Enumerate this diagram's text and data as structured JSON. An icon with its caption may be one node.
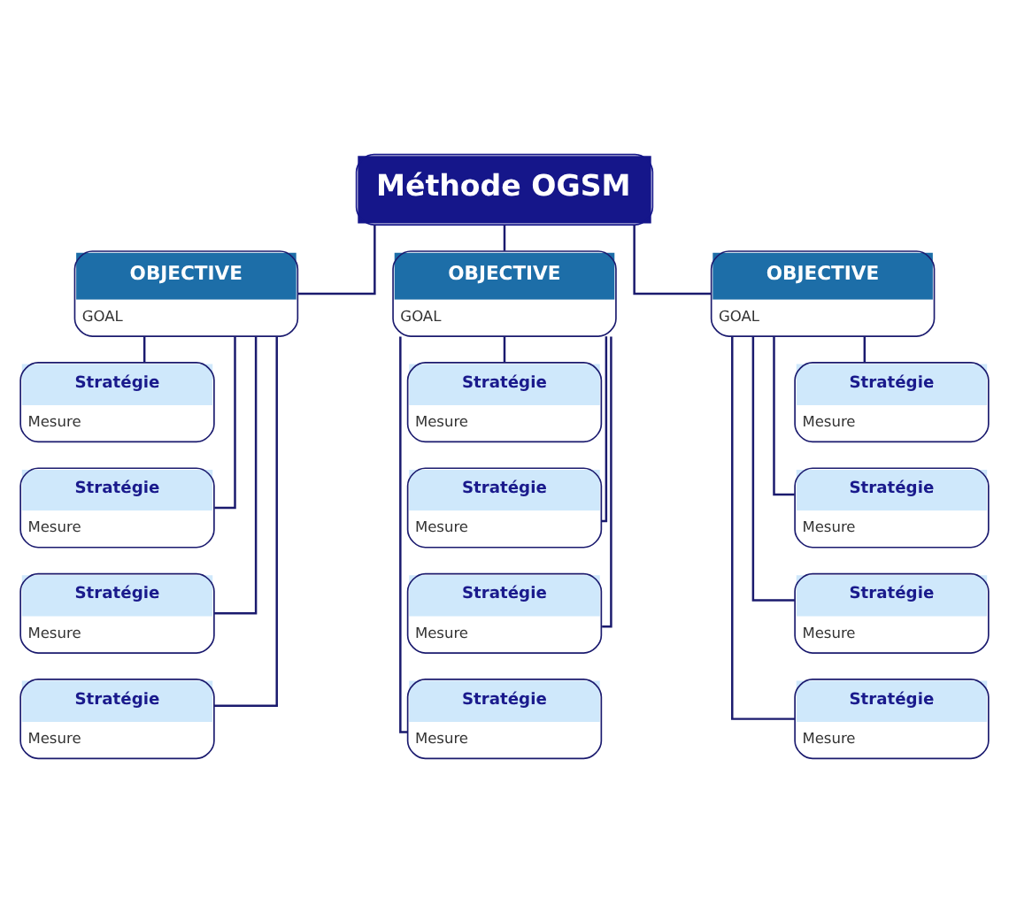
{
  "diagram": {
    "nodes": [
      {
        "text": [
          "Méthode OGSM"
        ]
      },
      {
        "text": [
          "OBJECTIVE",
          "GOAL"
        ]
      },
      {
        "text": [
          "Stratégie",
          "Mesure"
        ]
      },
      {
        "text": [
          "Stratégie",
          "Mesure"
        ]
      },
      {
        "text": [
          "Stratégie",
          "Mesure"
        ]
      },
      {
        "text": [
          "Stratégie",
          "Mesure"
        ]
      },
      {
        "text": [
          "OBJECTIVE",
          "GOAL"
        ]
      },
      {
        "text": [
          "Stratégie",
          "Mesure"
        ]
      },
      {
        "text": [
          "Stratégie",
          "Mesure"
        ]
      },
      {
        "text": [
          "Stratégie",
          "Mesure"
        ]
      },
      {
        "text": [
          "Stratégie",
          "Mesure"
        ]
      },
      {
        "text": [
          "OBJECTIVE",
          "GOAL"
        ]
      },
      {
        "text": [
          "Stratégie",
          "Mesure"
        ]
      },
      {
        "text": [
          "Stratégie",
          "Mesure"
        ]
      },
      {
        "text": [
          "Stratégie",
          "Mesure"
        ]
      },
      {
        "text": [
          "Stratégie",
          "Mesure"
        ]
      }
    ],
    "edges": [
      {
        "from": 0,
        "to": 1,
        "arrow": "none"
      },
      {
        "from": 0,
        "to": 6,
        "arrow": "none"
      },
      {
        "from": 0,
        "to": 11,
        "arrow": "none"
      },
      {
        "from": 1,
        "to": 2,
        "arrow": "none"
      },
      {
        "from": 1,
        "to": 3,
        "arrow": "none"
      },
      {
        "from": 1,
        "to": 4,
        "arrow": "none"
      },
      {
        "from": 1,
        "to": 5,
        "arrow": "none"
      },
      {
        "from": 6,
        "to": 7,
        "arrow": "none"
      },
      {
        "from": 6,
        "to": 8,
        "arrow": "none"
      },
      {
        "from": 6,
        "to": 9,
        "arrow": "none"
      },
      {
        "from": 6,
        "to": 10,
        "arrow": "none"
      },
      {
        "from": 11,
        "to": 12,
        "arrow": "none"
      },
      {
        "from": 11,
        "to": 13,
        "arrow": "none"
      },
      {
        "from": 11,
        "to": 14,
        "arrow": "none"
      },
      {
        "from": 11,
        "to": 15,
        "arrow": "none"
      }
    ]
  }
}
